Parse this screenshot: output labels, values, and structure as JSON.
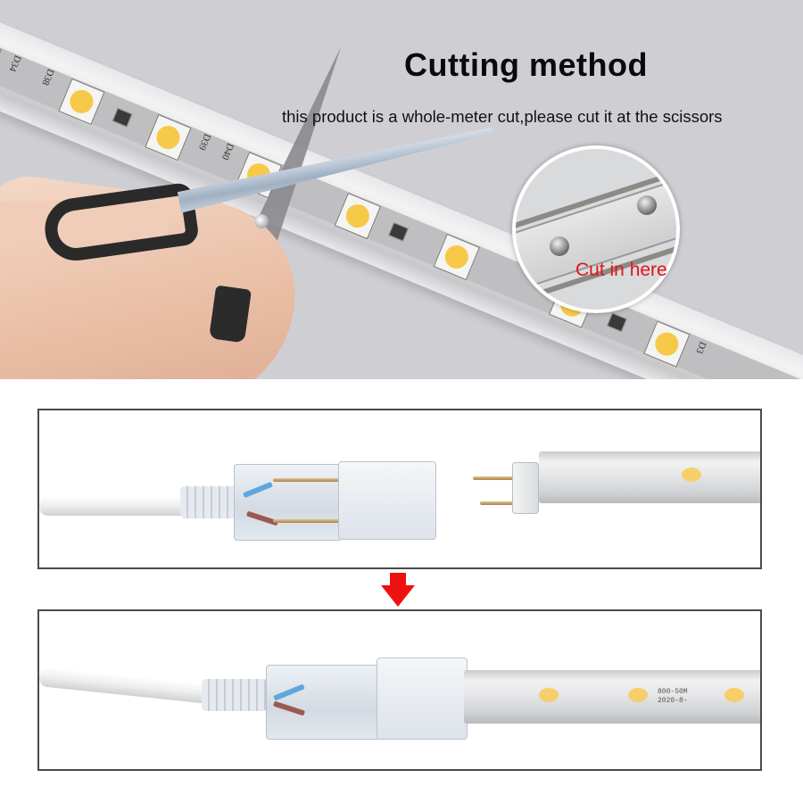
{
  "header": {
    "title": "Cutting method",
    "subtitle": "this product is a whole-meter cut,please cut it at the scissors"
  },
  "callout": {
    "label": "Cut in here",
    "label_color": "#e0141b"
  },
  "strip_labels": [
    "D34",
    "D38",
    "D39",
    "D40",
    "D3"
  ],
  "panels": [
    {
      "name": "before-connect",
      "description": "power connector plug separated from LED strip end with pins"
    },
    {
      "name": "after-connect",
      "description": "power connector plugged into LED strip"
    }
  ],
  "tape_text": [
    "800-50M",
    "2020-8-"
  ],
  "colors": {
    "photo_bg": "#cfcfd3",
    "arrow": "#ee1111",
    "panel_border": "#4a4a4a",
    "led": "#f6c948"
  },
  "icons": {
    "arrow": "arrow-down-icon"
  }
}
